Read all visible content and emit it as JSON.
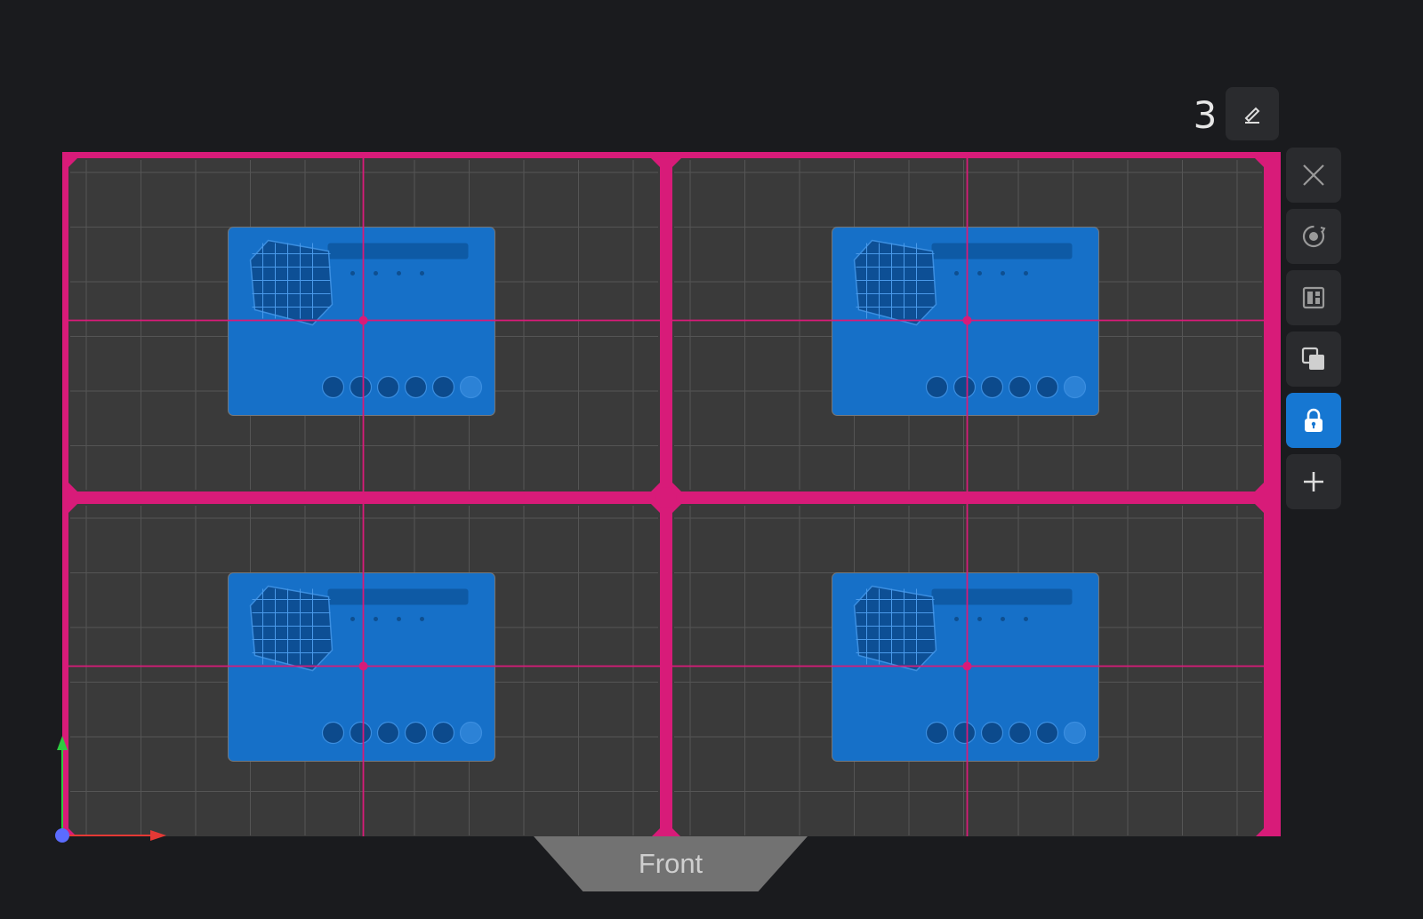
{
  "plate_count": "3",
  "view_label": "Front",
  "colors": {
    "background": "#1a1b1e",
    "plate_border": "#d81b79",
    "plate_fill": "#3a3a3a",
    "grid_line": "#555555",
    "model": "#1670c8",
    "button_bg": "#2a2b2e",
    "button_active": "#1677d2",
    "axis_x": "#e53935",
    "axis_y": "#2ecc40",
    "axis_z": "#5b6cff"
  },
  "toolbar": [
    {
      "icon": "close-icon",
      "active": false
    },
    {
      "icon": "auto-orient-icon",
      "active": false
    },
    {
      "icon": "arrange-icon",
      "active": false
    },
    {
      "icon": "copy-icon",
      "active": false
    },
    {
      "icon": "lock-icon",
      "active": true
    },
    {
      "icon": "add-icon",
      "active": false
    }
  ],
  "plates": [
    {
      "name": "plate-top-left"
    },
    {
      "name": "plate-top-right"
    },
    {
      "name": "plate-bottom-left"
    },
    {
      "name": "plate-bottom-right"
    }
  ]
}
